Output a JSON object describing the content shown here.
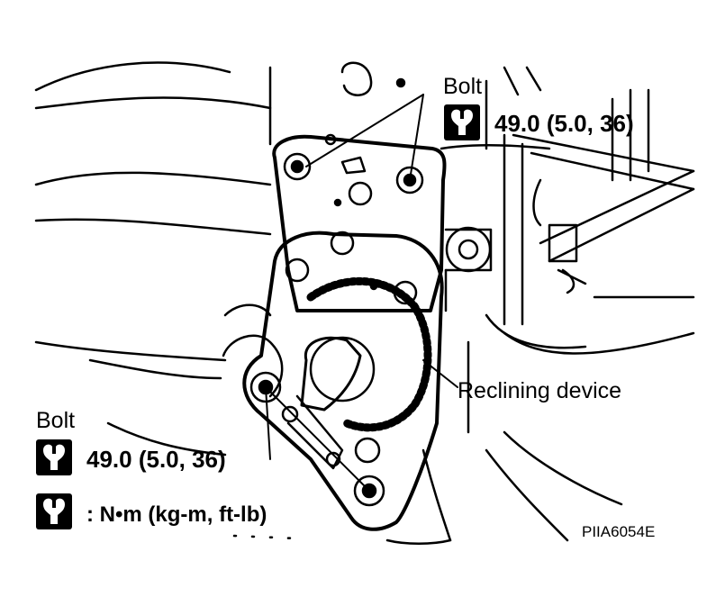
{
  "diagram": {
    "bolt_top_label": "Bolt",
    "bolt_top_torque": "49.0 (5.0, 36)",
    "bolt_bottom_label": "Bolt",
    "bolt_bottom_torque": "49.0 (5.0, 36)",
    "device_label": "Reclining device",
    "legend_text": ":  N•m  (kg-m,  ft-lb)",
    "figure_code": "PIIA6054E",
    "icons": [
      "torque-wrench-icon"
    ]
  }
}
